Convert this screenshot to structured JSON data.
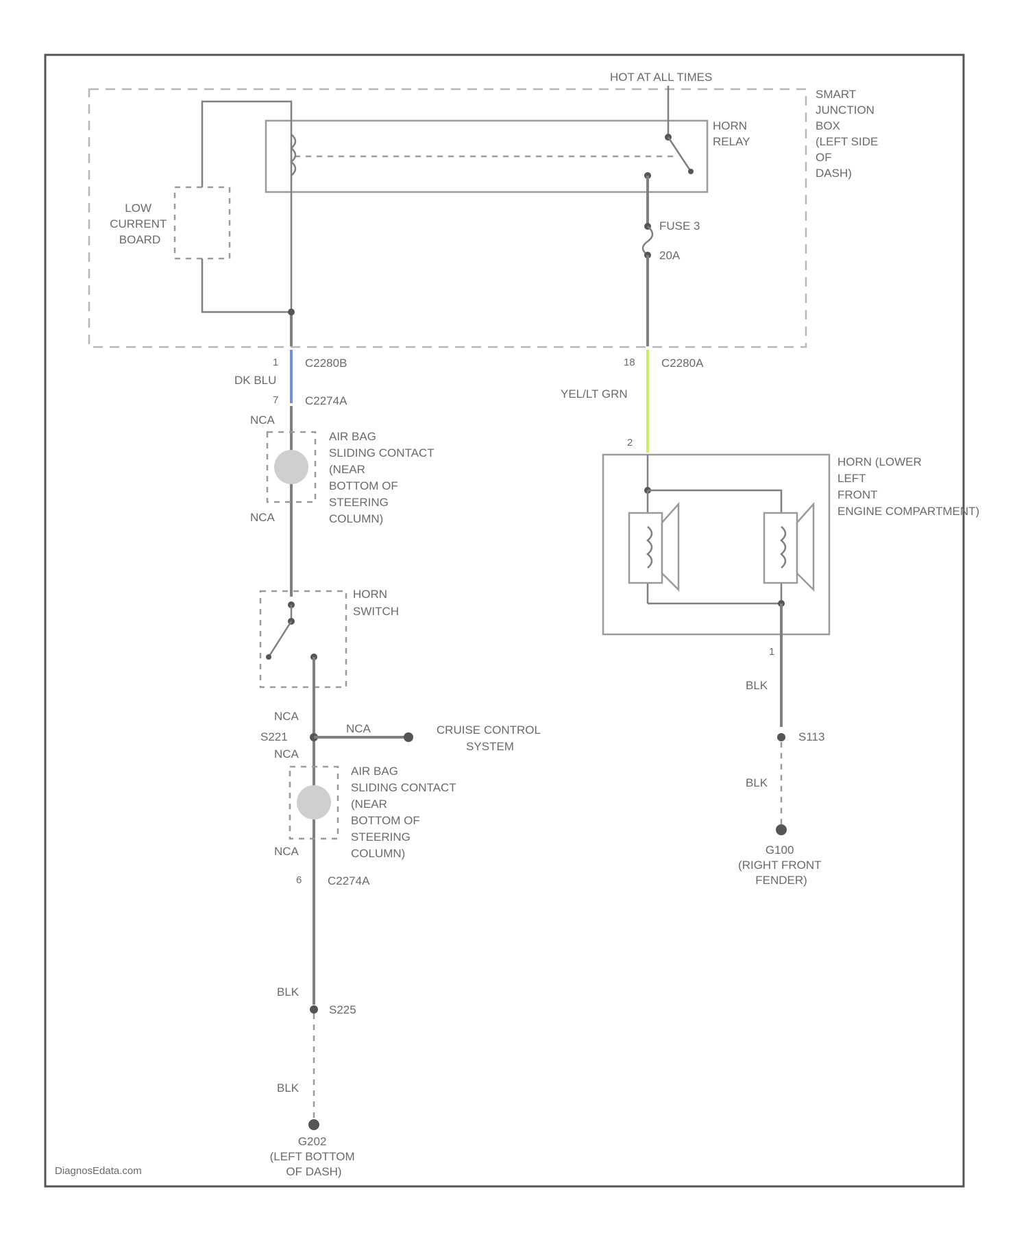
{
  "colors": {
    "dk_blu_wire": "#6f8fe0",
    "yel_lt_grn_wire": "#c8f060",
    "wire": "#7f7f7f"
  },
  "labels": {
    "hot": "HOT AT ALL TIMES",
    "sjb": [
      "SMART",
      "JUNCTION",
      "BOX",
      "(LEFT SIDE",
      "OF",
      "DASH)"
    ],
    "horn_relay": [
      "HORN",
      "RELAY"
    ],
    "low_current": [
      "LOW",
      "CURRENT",
      "BOARD"
    ],
    "fuse": "FUSE 3",
    "fuse_amp": "20A",
    "pin_left_top": "1",
    "conn_c2280b": "C2280B",
    "dk_blu": "DK BLU",
    "pin_7": "7",
    "conn_c2274a_top": "C2274A",
    "nca": "NCA",
    "clock_spring": [
      "AIR BAG",
      "SLIDING CONTACT",
      "(NEAR",
      "BOTTOM OF",
      "STEERING",
      "COLUMN)"
    ],
    "horn_switch": [
      "HORN",
      "SWITCH"
    ],
    "s221": "S221",
    "cruise": [
      "CRUISE CONTROL",
      "SYSTEM"
    ],
    "pin_6": "6",
    "conn_c2274a_bot": "C2274A",
    "blk": "BLK",
    "s225": "S225",
    "g202": [
      "G202",
      "(LEFT BOTTOM",
      "OF DASH)"
    ],
    "pin_18": "18",
    "conn_c2280a": "C2280A",
    "yel_lt_grn": "YEL/LT GRN",
    "pin_2": "2",
    "horn_lower": [
      "HORN (LOWER",
      "LEFT",
      "FRONT",
      "ENGINE COMPARTMENT)"
    ],
    "pin_1": "1",
    "s113": "S113",
    "g100": [
      "G100",
      "(RIGHT FRONT",
      "FENDER)"
    ],
    "footer": "DiagnosEdata.com"
  }
}
